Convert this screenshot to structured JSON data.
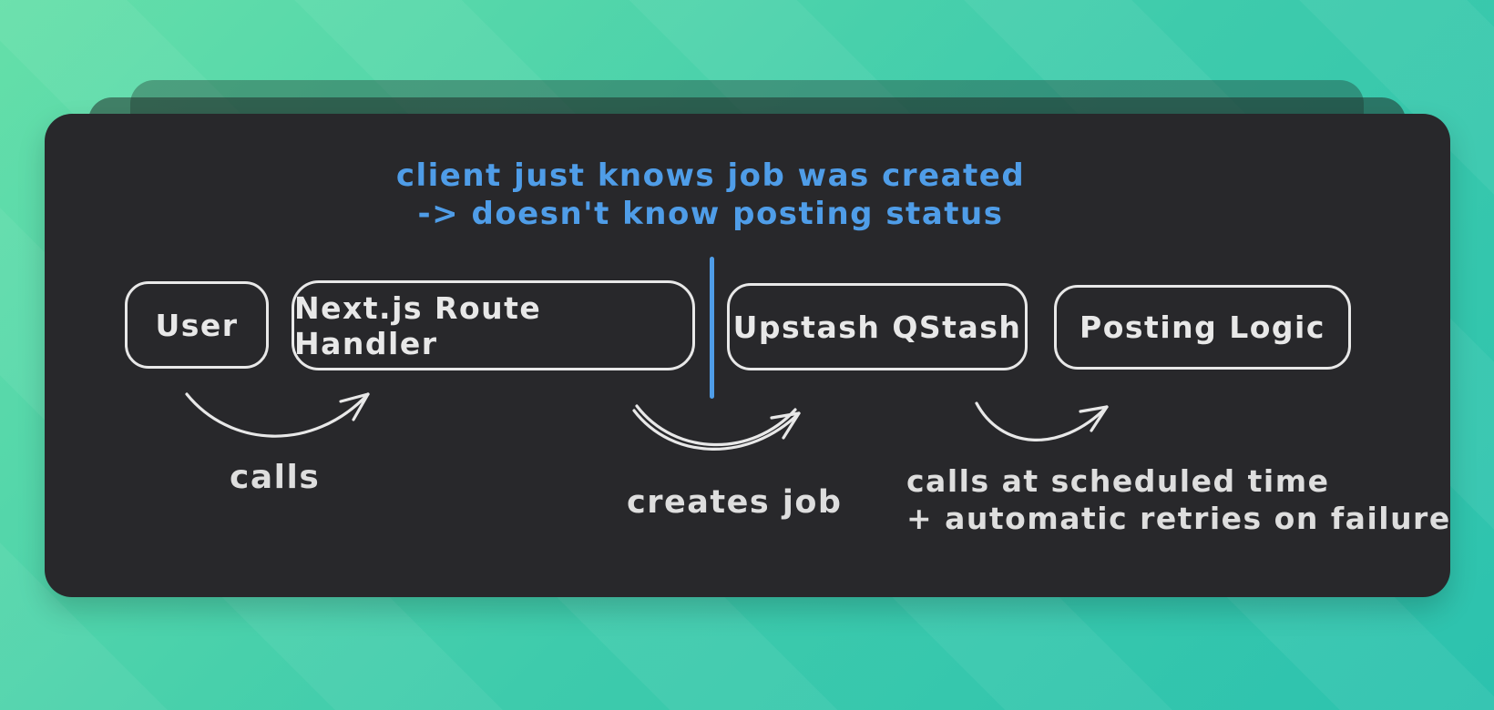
{
  "colors": {
    "bg-top": "#65dfa9",
    "bg-bottom": "#2cc2ae",
    "card": "#28282b",
    "card-stack-back": "rgba(30,42,38,0.35)",
    "card-stack-mid": "rgba(30,42,38,0.52)",
    "stroke": "#e8e8e8",
    "label": "#dedede",
    "blue": "#4f9de8"
  },
  "annotation": {
    "line1": "client just knows job was created",
    "line2": "-> doesn't know posting status"
  },
  "nodes": [
    {
      "id": "user",
      "label": "User"
    },
    {
      "id": "nextjs-route-handler",
      "label": "Next.js Route Handler"
    },
    {
      "id": "upstash-qstash",
      "label": "Upstash QStash"
    },
    {
      "id": "posting-logic",
      "label": "Posting Logic"
    }
  ],
  "edges": [
    {
      "from": "user",
      "to": "nextjs-route-handler",
      "label": "calls"
    },
    {
      "from": "nextjs-route-handler",
      "to": "upstash-qstash",
      "label": "creates job"
    },
    {
      "from": "upstash-qstash",
      "to": "posting-logic",
      "label_line1": "calls at scheduled time",
      "label_line2": "+ automatic retries on failure"
    }
  ]
}
